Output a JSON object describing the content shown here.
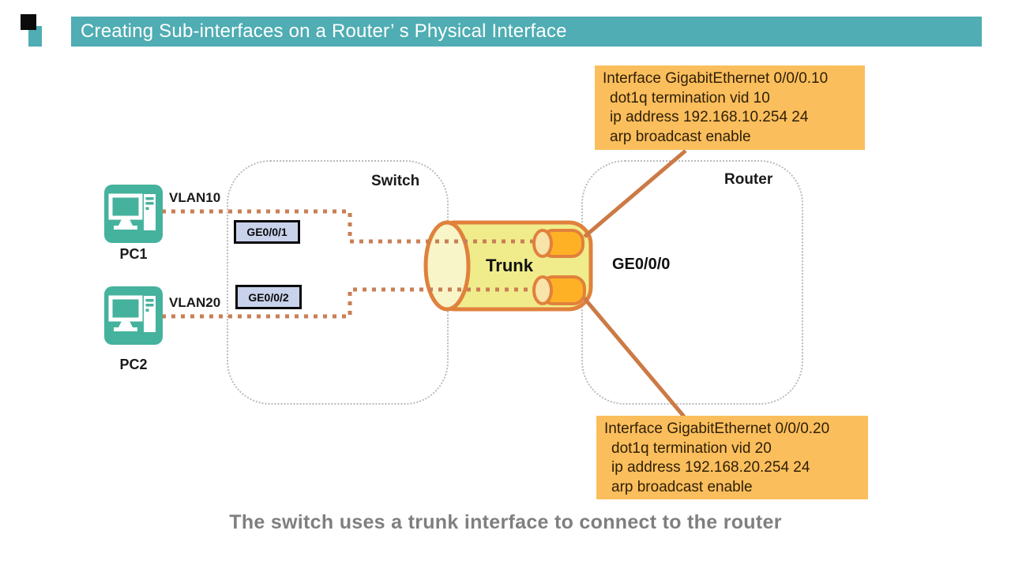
{
  "header": {
    "title": "Creating Sub-interfaces on a Router’ s Physical Interface"
  },
  "callouts": {
    "top": {
      "lines": [
        "Interface GigabitEthernet 0/0/0.10",
        "dot1q termination vid 10",
        "ip address 192.168.10.254 24",
        "arp broadcast enable"
      ]
    },
    "bottom": {
      "lines": [
        "Interface GigabitEthernet 0/0/0.20",
        "dot1q termination vid 20",
        "ip address 192.168.20.254 24",
        "arp broadcast enable"
      ]
    }
  },
  "diagram": {
    "pcs": [
      {
        "name": "PC1",
        "vlan": "VLAN10"
      },
      {
        "name": "PC2",
        "vlan": "VLAN20"
      }
    ],
    "switch": {
      "label": "Switch",
      "ports": [
        "GE0/0/1",
        "GE0/0/2"
      ]
    },
    "router": {
      "label": "Router",
      "interface": "GE0/0/0"
    },
    "trunk": {
      "label": "Trunk"
    }
  },
  "caption": "The switch uses a trunk interface to connect to the router",
  "colors": {
    "header_teal": "#4fadb3",
    "pc_teal": "#45b29d",
    "callout_orange": "#fbbe5c",
    "trunk_body": "#f0ec8b",
    "trunk_end": "#f8f5c8",
    "subif_cylinder": "#ffb125",
    "subif_end": "#f8e3a8",
    "outline_orange": "#e0813c",
    "leader_line_orange": "#cc7a45",
    "dotted_link": "#c97f55",
    "region_dash_gray": "#bbbbbb",
    "port_box_fill": "#c9d2eb",
    "caption_gray": "#7f7f7f"
  }
}
